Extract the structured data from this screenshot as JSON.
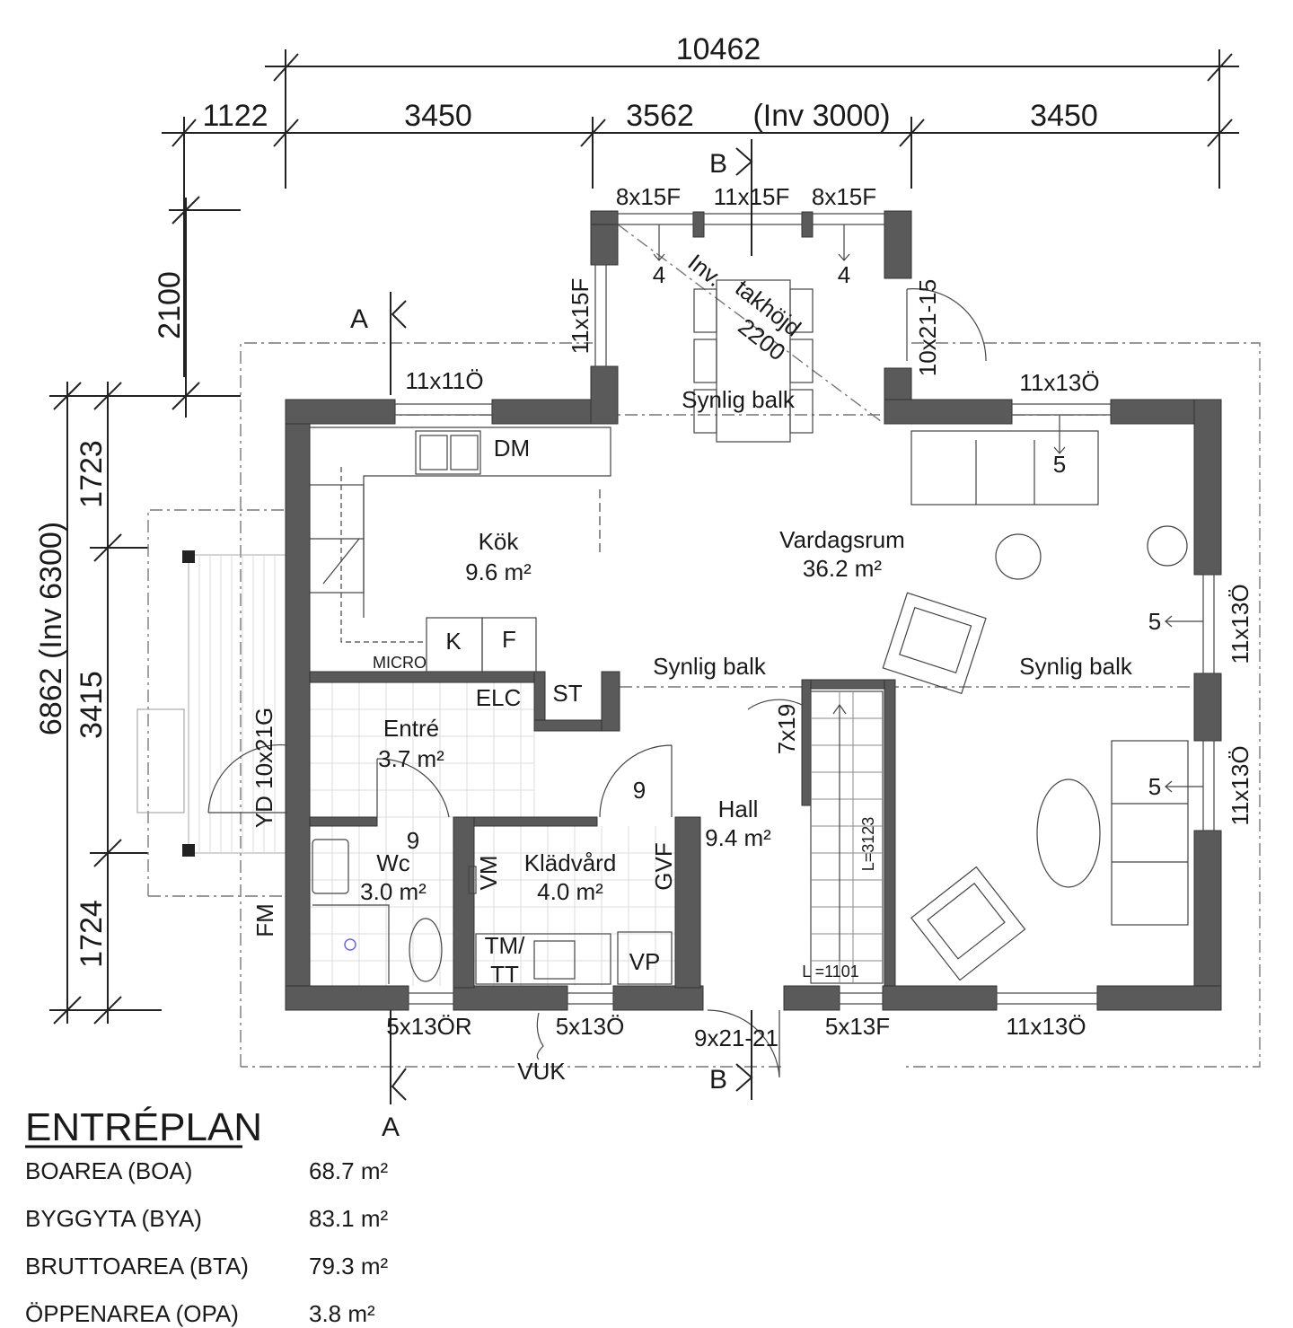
{
  "dimensions": {
    "overall_width": "10462",
    "top_segments": [
      "1122",
      "3450",
      "3562",
      "(Inv 3000)",
      "3450"
    ],
    "bay_depth": "2100",
    "overall_depth": "6862 (Inv 6300)",
    "left_segments": [
      "1723",
      "3415",
      "1724"
    ]
  },
  "sections": {
    "a": "A",
    "b": "B"
  },
  "windows": {
    "bay_left": "8x15F",
    "bay_center": "11x15F",
    "bay_right": "8x15F",
    "bay_side": "11x15F",
    "kitchen": "11x11Ö",
    "living_top": "11x13Ö",
    "living_right_upper": "11x13Ö",
    "living_right_lower": "11x13Ö",
    "wc": "5x13ÖR",
    "laundry": "5x13Ö",
    "stair": "5x13F",
    "living_bottom": "11x13Ö"
  },
  "doors": {
    "bay_door": "10x21-15",
    "entry_door": "YD 10x21G",
    "front_door": "9x21-21",
    "closet_door": "7x19",
    "wc_door": "9",
    "laundry_door": "9"
  },
  "rooms": [
    {
      "name": "Kök",
      "area": "9.6 m²"
    },
    {
      "name": "Vardagsrum",
      "area": "36.2 m²"
    },
    {
      "name": "Entré",
      "area": "3.7 m²"
    },
    {
      "name": "Wc",
      "area": "3.0 m²"
    },
    {
      "name": "Klädvård",
      "area": "4.0 m²"
    },
    {
      "name": "Hall",
      "area": "9.4 m²"
    }
  ],
  "annotations": {
    "ceiling_note": [
      "Inv.",
      "takhöjd",
      "2200"
    ],
    "beam": "Synlig balk",
    "window_marker_4": "4",
    "window_marker_5": "5",
    "dishwasher": "DM",
    "micro": "MICRO",
    "fridge": "K",
    "freezer": "F",
    "electrical": "ELC",
    "storage": "ST",
    "washer": "VM",
    "dryer": "TM/\nTT",
    "dryer_line1": "TM/",
    "dryer_line2": "TT",
    "water_heater": "VP",
    "gvf": "GVF",
    "fm": "FM",
    "vuk": "VUK",
    "stair_lower": "L =1101",
    "stair_upper": "L=3123"
  },
  "summary": {
    "title": "ENTRÉPLAN",
    "rows": [
      {
        "label": "BOAREA (BOA)",
        "value": "68.7 m²"
      },
      {
        "label": "BYGGYTA (BYA)",
        "value": "83.1 m²"
      },
      {
        "label": "BRUTTOAREA (BTA)",
        "value": "79.3 m²"
      },
      {
        "label": "ÖPPENAREA (OPA)",
        "value": "3.8 m²"
      }
    ]
  }
}
